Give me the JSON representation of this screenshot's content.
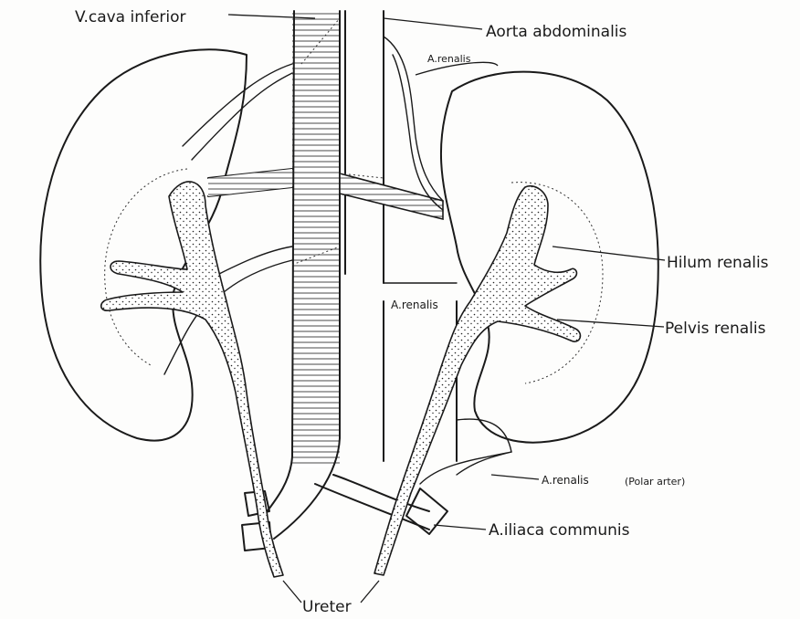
{
  "labels": {
    "v_cava_inferior": "V.cava inferior",
    "aorta_abdominalis": "Aorta abdominalis",
    "a_renalis_upper": "A.renalis",
    "a_renalis_middle": "A.renalis",
    "hilum_renalis": "Hilum renalis",
    "pelvis_renalis": "Pelvis renalis",
    "a_renalis_polar": "A.renalis",
    "polar_arter": "(Polar arter)",
    "a_iliaca_communis": "A.iliaca communis",
    "ureter": "Ureter"
  }
}
